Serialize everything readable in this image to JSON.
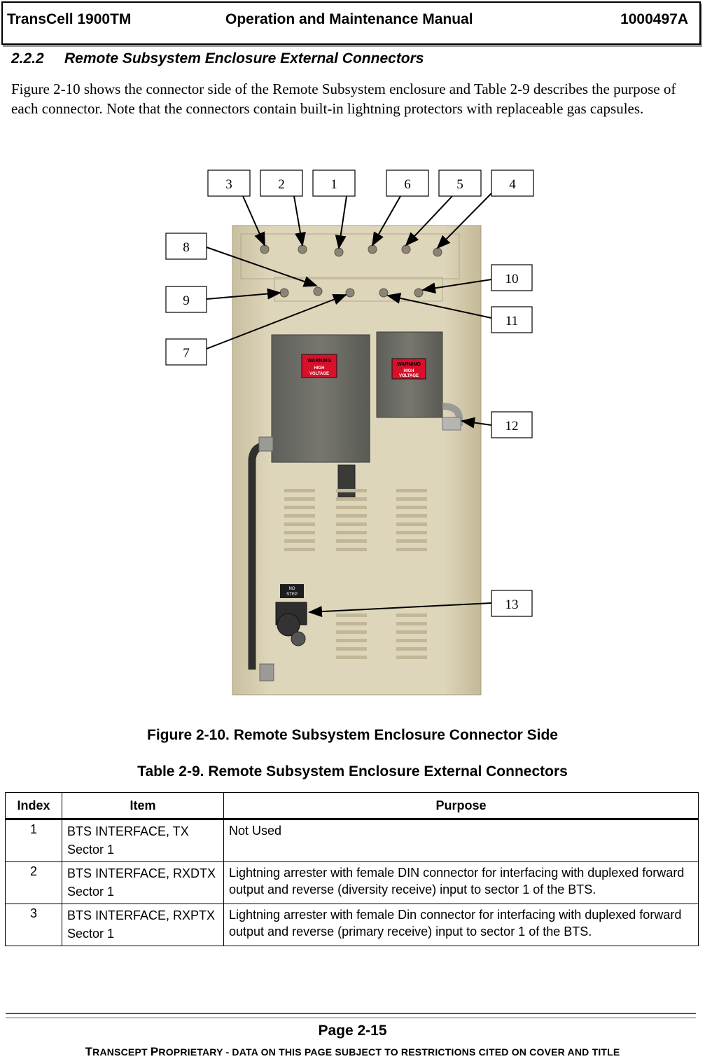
{
  "header": {
    "left": "TransCell 1900TM",
    "center": "Operation and Maintenance Manual",
    "right": "1000497A"
  },
  "section": {
    "number": "2.2.2",
    "title": "Remote Subsystem Enclosure External Connectors"
  },
  "intro": "Figure 2-10 shows the connector side of the Remote Subsystem enclosure and Table 2-9 describes the purpose of each connector. Note that the connectors contain built-in lightning protectors with replaceable gas capsules.",
  "figure": {
    "callouts": [
      "1",
      "2",
      "3",
      "4",
      "5",
      "6",
      "7",
      "8",
      "9",
      "10",
      "11",
      "12",
      "13"
    ],
    "warning_label": [
      "WARNING",
      "HIGH",
      "VOLTAGE"
    ],
    "no_step_label": [
      "NO",
      "STEP"
    ],
    "caption": "Figure 2-10. Remote Subsystem Enclosure Connector Side"
  },
  "table": {
    "caption": "Table 2-9. Remote Subsystem Enclosure External Connectors",
    "headers": [
      "Index",
      "Item",
      "Purpose"
    ],
    "rows": [
      {
        "index": "1",
        "item": [
          "BTS INTERFACE, TX",
          "Sector 1"
        ],
        "purpose": "Not Used"
      },
      {
        "index": "2",
        "item": [
          "BTS INTERFACE, RXDTX",
          "Sector 1"
        ],
        "purpose": "Lightning arrester with female DIN connector for interfacing with duplexed forward output and reverse (diversity receive) input to sector 1 of the BTS."
      },
      {
        "index": "3",
        "item": [
          "BTS INTERFACE, RXPTX",
          "Sector 1"
        ],
        "purpose": "Lightning arrester with female Din connector for interfacing with duplexed forward output and reverse (primary receive) input to sector 1 of the BTS."
      }
    ]
  },
  "footer": {
    "page": "Page 2-15",
    "proprietary_T": "T",
    "proprietary_1": "RANSCEPT ",
    "proprietary_P": "P",
    "proprietary_2": "ROPRIETARY - DATA ON THIS PAGE SUBJECT TO RESTRICTIONS CITED ON COVER AND TITLE"
  },
  "colors": {
    "enclosure": "#ddd3b6",
    "box": "#6f6f6a",
    "warning": "#d8102a"
  }
}
